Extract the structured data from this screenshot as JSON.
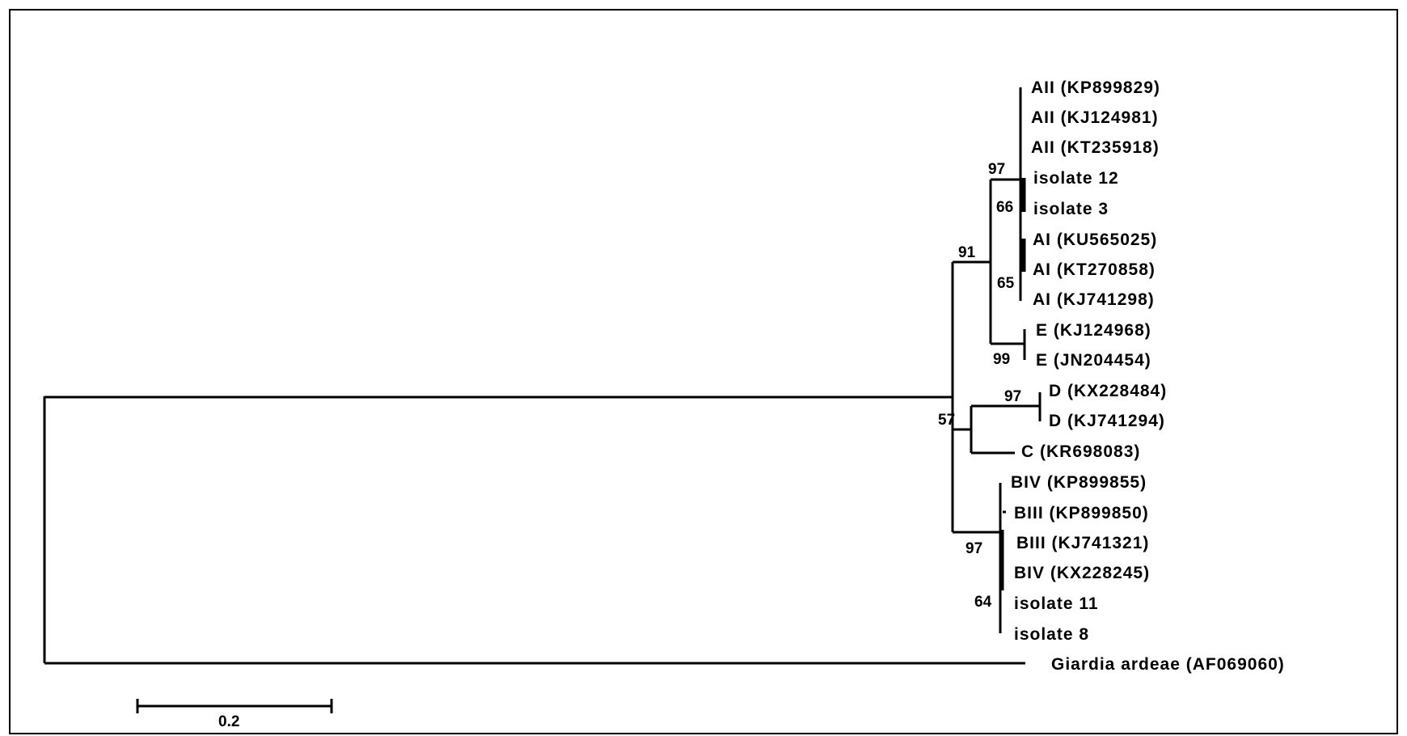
{
  "tree": {
    "leaves": [
      "AII (KP899829)",
      "AII (KJ124981)",
      "AII (KT235918)",
      "isolate 12",
      "isolate 3",
      "AI (KU565025)",
      "AI (KT270858)",
      "AI (KJ741298)",
      "E (KJ124968)",
      "E (JN204454)",
      "D (KX228484)",
      "D (KJ741294)",
      "C (KR698083)",
      "BIV (KP899855)",
      "BIII (KP899850)",
      "BIII (KJ741321)",
      "BIV (KX228245)",
      "isolate 11",
      "isolate 8",
      "Giardia ardeae (AF069060)"
    ],
    "support_values": [
      "97",
      "66",
      "65",
      "91",
      "99",
      "97",
      "57",
      "97",
      "64"
    ],
    "scale_bar": {
      "label": "0.2"
    }
  }
}
